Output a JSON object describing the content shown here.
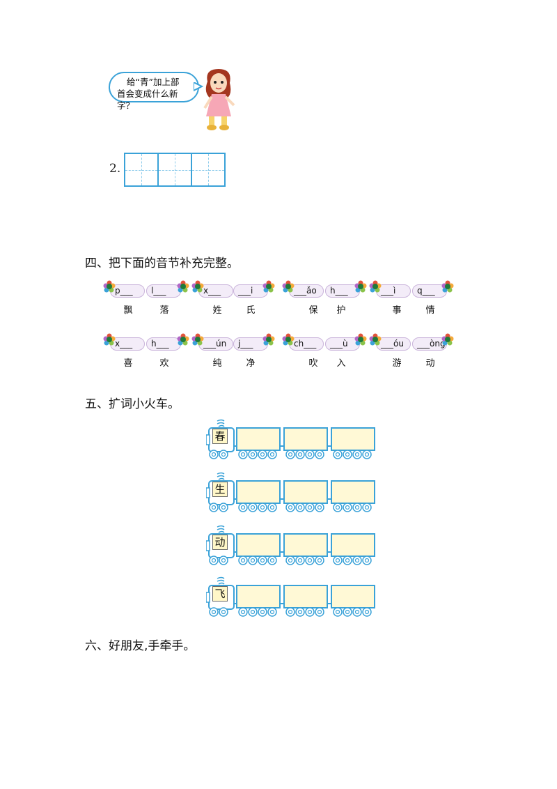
{
  "bubble": {
    "line1": "给“青”加上部",
    "line2": "首会变成什么新字？"
  },
  "question2": {
    "number": "2."
  },
  "section4": {
    "title": "四、把下面的音节补充完整。"
  },
  "pinyin_rows": [
    {
      "items": [
        {
          "pinyin": "p___",
          "hanzi": "飘"
        },
        {
          "pinyin": "l___",
          "hanzi": "落"
        },
        {
          "pinyin": "x___",
          "hanzi": "姓"
        },
        {
          "pinyin": "___i",
          "hanzi": "氏"
        },
        {
          "pinyin": "___ǎo",
          "hanzi": "保"
        },
        {
          "pinyin": "h___",
          "hanzi": "护"
        },
        {
          "pinyin": "___ì",
          "hanzi": "事"
        },
        {
          "pinyin": "q___",
          "hanzi": "情"
        }
      ]
    },
    {
      "items": [
        {
          "pinyin": "x___",
          "hanzi": "喜"
        },
        {
          "pinyin": "h___",
          "hanzi": "欢"
        },
        {
          "pinyin": "___ún",
          "hanzi": "纯"
        },
        {
          "pinyin": "j___",
          "hanzi": "净"
        },
        {
          "pinyin": "ch___",
          "hanzi": "吹"
        },
        {
          "pinyin": "___ù",
          "hanzi": "入"
        },
        {
          "pinyin": "___óu",
          "hanzi": "游"
        },
        {
          "pinyin": "___òng",
          "hanzi": "动"
        }
      ]
    }
  ],
  "section5": {
    "title": "五、扩词小火车。"
  },
  "trains": [
    {
      "char": "春"
    },
    {
      "char": "生"
    },
    {
      "char": "动"
    },
    {
      "char": "飞"
    }
  ],
  "section6": {
    "title": "六、好朋友,手牵手。"
  },
  "colors": {
    "accent": "#3aa2d8",
    "car_fill": "#fff9d6",
    "pill_fill": "#f3ecf8"
  }
}
